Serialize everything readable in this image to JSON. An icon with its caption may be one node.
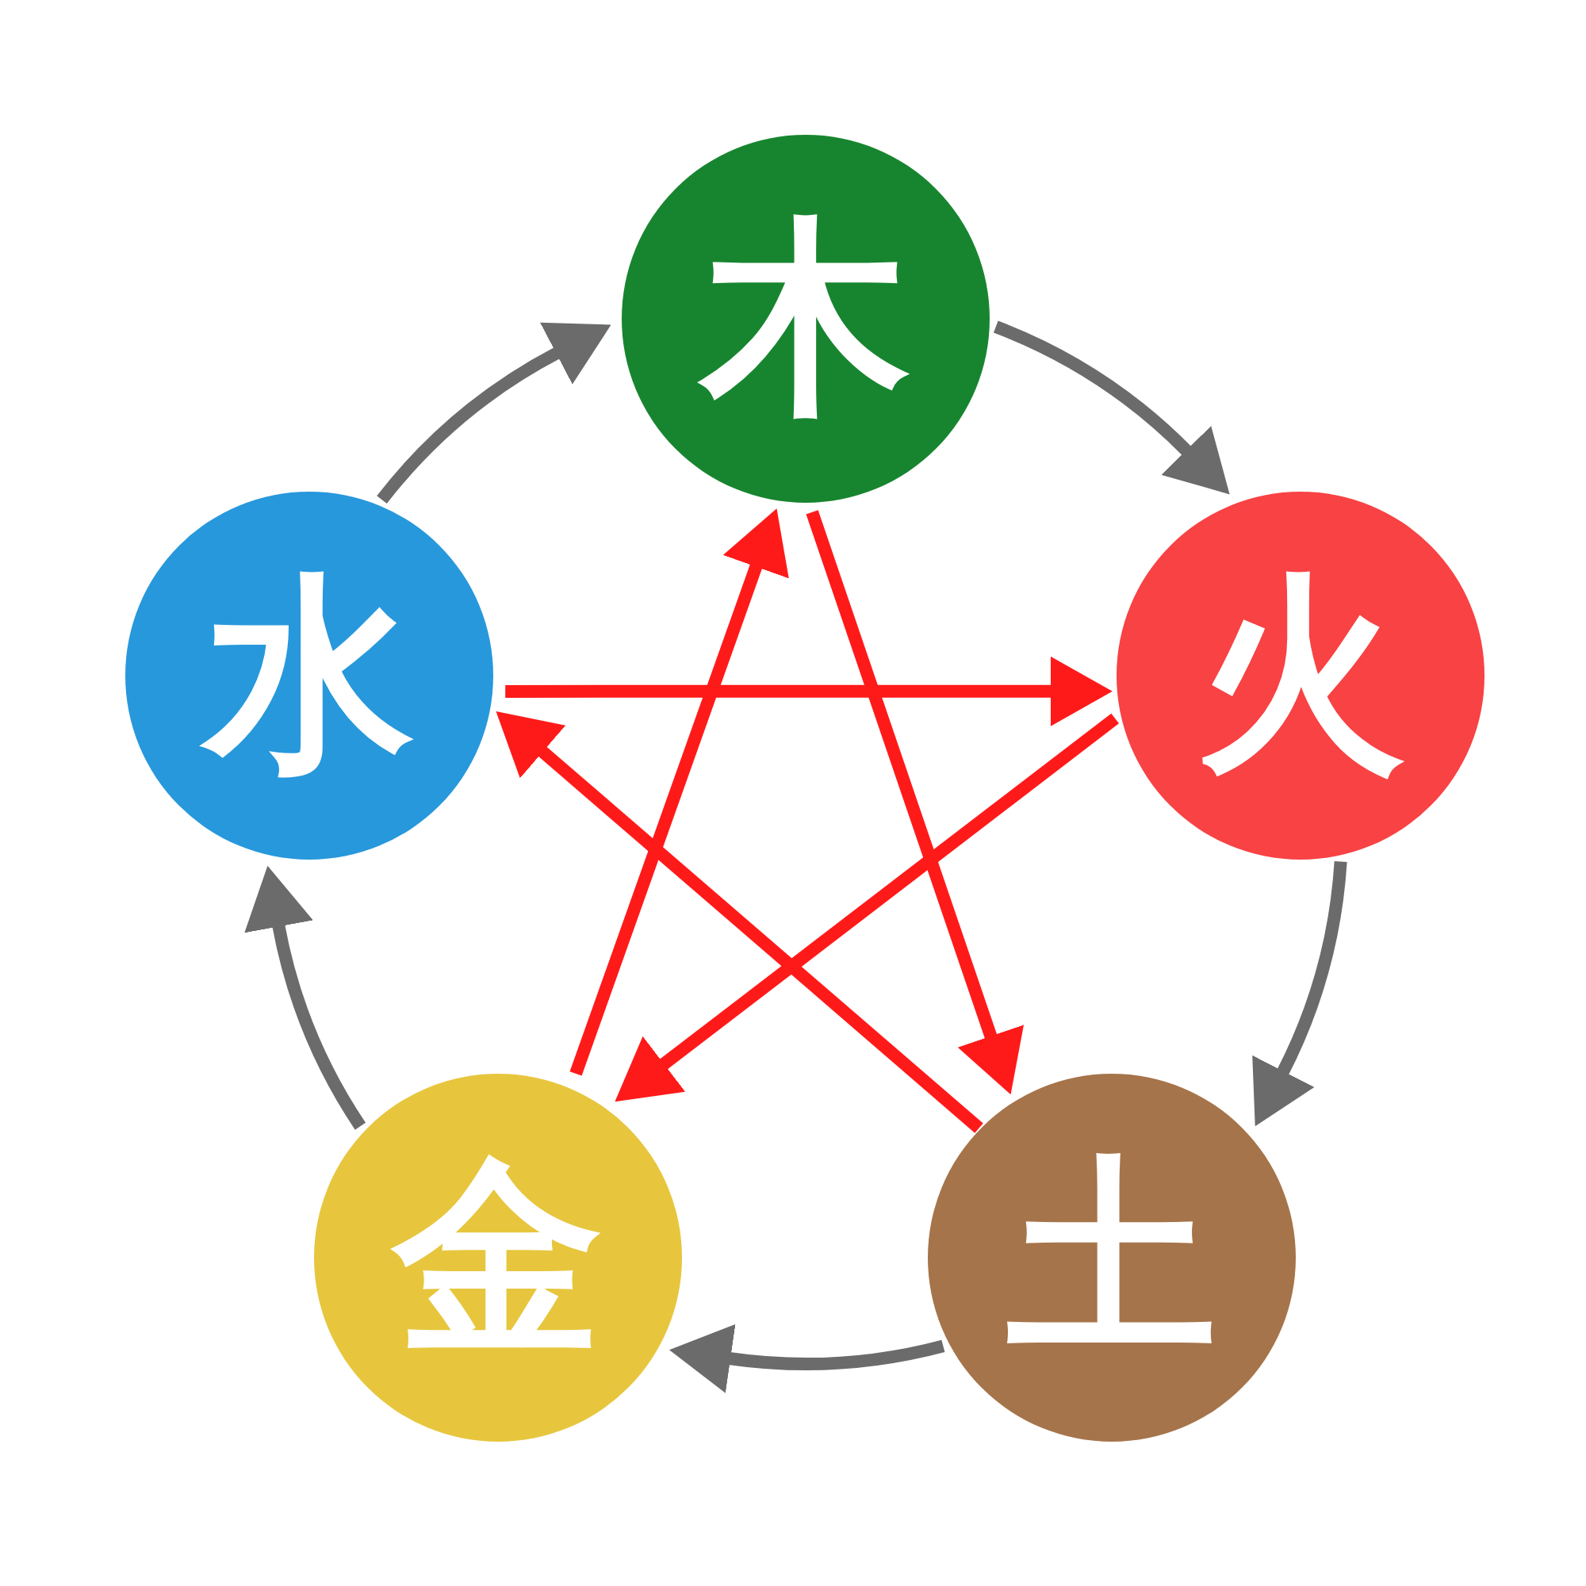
{
  "diagram": {
    "nodes": [
      {
        "text": [
          "木"
        ]
      },
      {
        "text": [
          "水"
        ]
      },
      {
        "text": [
          "火"
        ]
      },
      {
        "text": [
          "金"
        ]
      },
      {
        "text": [
          "土"
        ]
      }
    ],
    "edges": [
      {
        "from": 0,
        "to": 2,
        "arrow": "to",
        "color": "#6b6b6b"
      },
      {
        "from": 2,
        "to": 4,
        "arrow": "to",
        "color": "#6b6b6b"
      },
      {
        "from": 4,
        "to": 3,
        "arrow": "to",
        "color": "#6b6b6b"
      },
      {
        "from": 3,
        "to": 1,
        "arrow": "to",
        "color": "#6b6b6b"
      },
      {
        "from": 1,
        "to": 0,
        "arrow": "to",
        "color": "#6b6b6b"
      },
      {
        "from": 0,
        "to": 4,
        "arrow": "to",
        "color": "#ff1a1a"
      },
      {
        "from": 4,
        "to": 1,
        "arrow": "to",
        "color": "#ff1a1a"
      },
      {
        "from": 1,
        "to": 2,
        "arrow": "to",
        "color": "#ff1a1a"
      },
      {
        "from": 2,
        "to": 3,
        "arrow": "to",
        "color": "#ff1a1a"
      },
      {
        "from": 3,
        "to": 0,
        "arrow": "to",
        "color": "#ff1a1a"
      }
    ]
  }
}
